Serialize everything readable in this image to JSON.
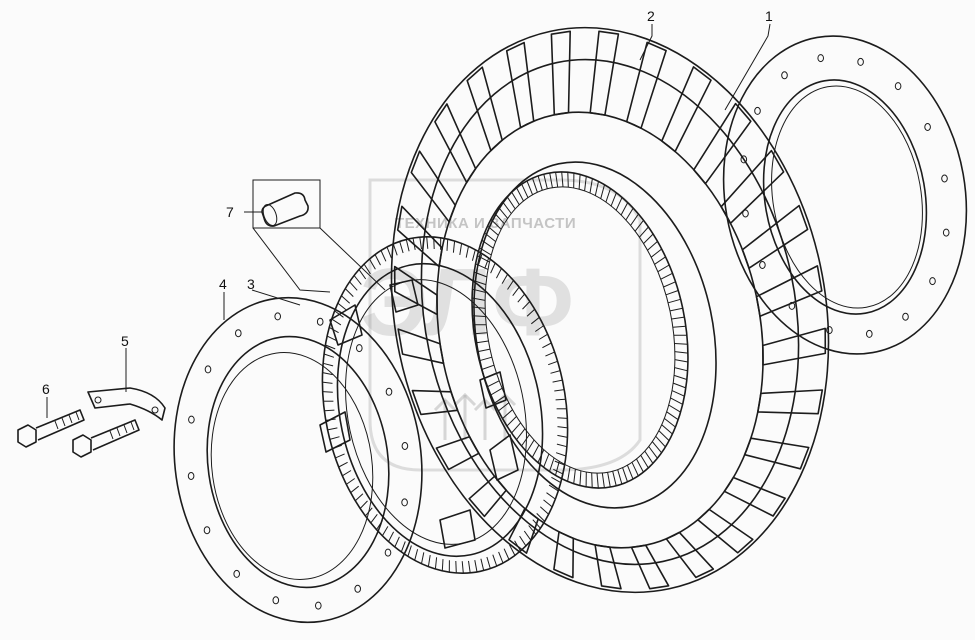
{
  "callouts": {
    "c1": "1",
    "c2": "2",
    "c3": "3",
    "c4": "4",
    "c5": "5",
    "c6": "6",
    "c7": "7"
  },
  "watermark": {
    "line1": "ТЕХНИКА И ЗАПЧАСТИ",
    "logo": "ЭЛФ"
  }
}
